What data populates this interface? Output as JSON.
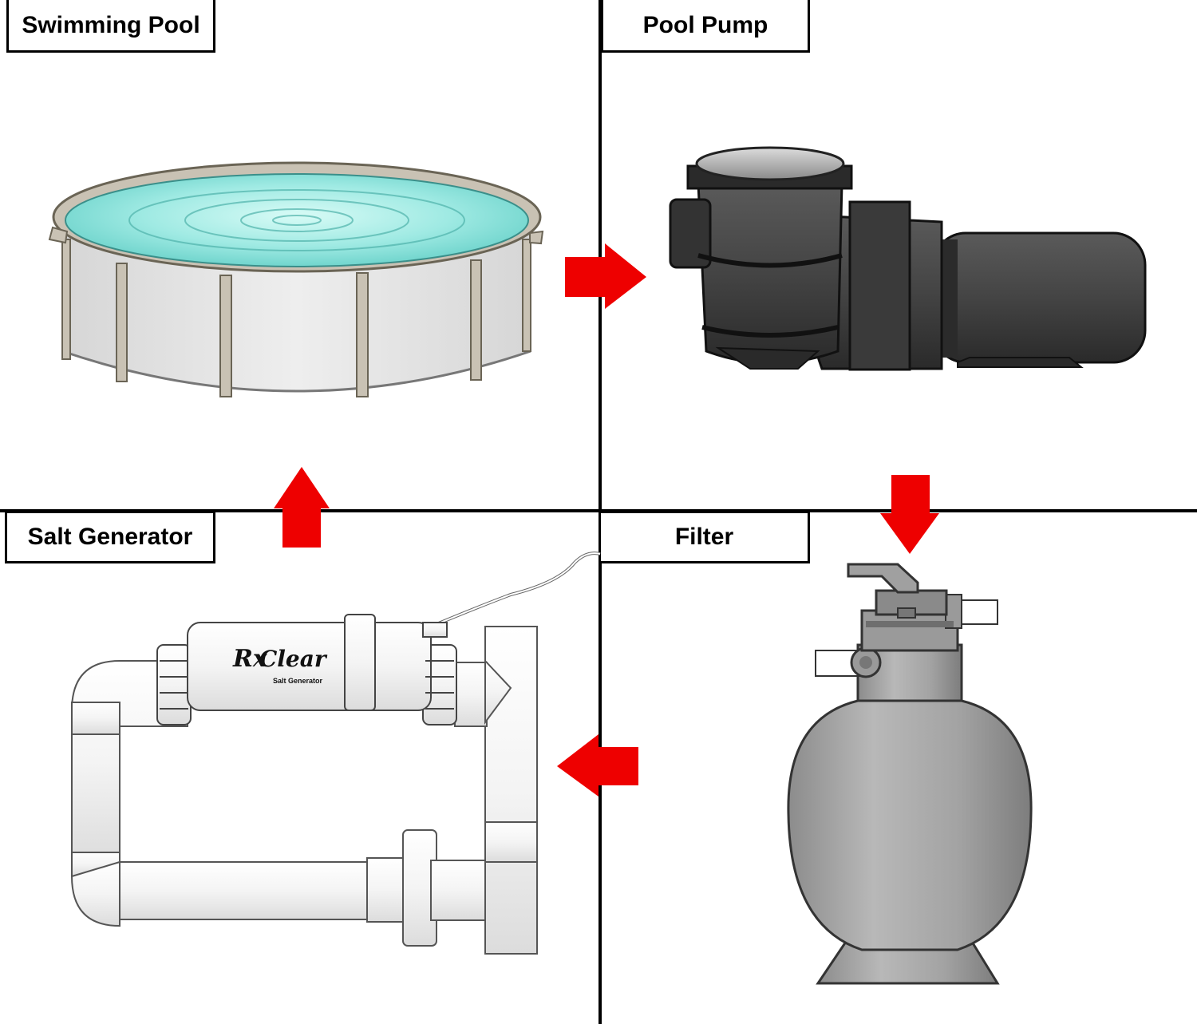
{
  "panels": {
    "pool": {
      "label": "Swimming Pool"
    },
    "pump": {
      "label": "Pool Pump"
    },
    "salt": {
      "label": "Salt Generator",
      "brand_rx": "Rx",
      "brand_name": "Clear",
      "device_caption": "Salt Generator"
    },
    "filter": {
      "label": "Filter"
    }
  },
  "flow": [
    "Swimming Pool",
    "Pool Pump",
    "Filter",
    "Salt Generator"
  ],
  "colors": {
    "arrow": "#ee0000",
    "water": "#8fe3de",
    "pool_wall": "#e3e3e3",
    "pump": "#3d3d3d",
    "filter": "#9a9a9a",
    "pipe": "#f5f5f5"
  },
  "icons": {
    "pool": "above-ground-pool-icon",
    "pump": "pool-pump-icon",
    "filter": "sand-filter-icon",
    "generator": "salt-generator-icon"
  }
}
